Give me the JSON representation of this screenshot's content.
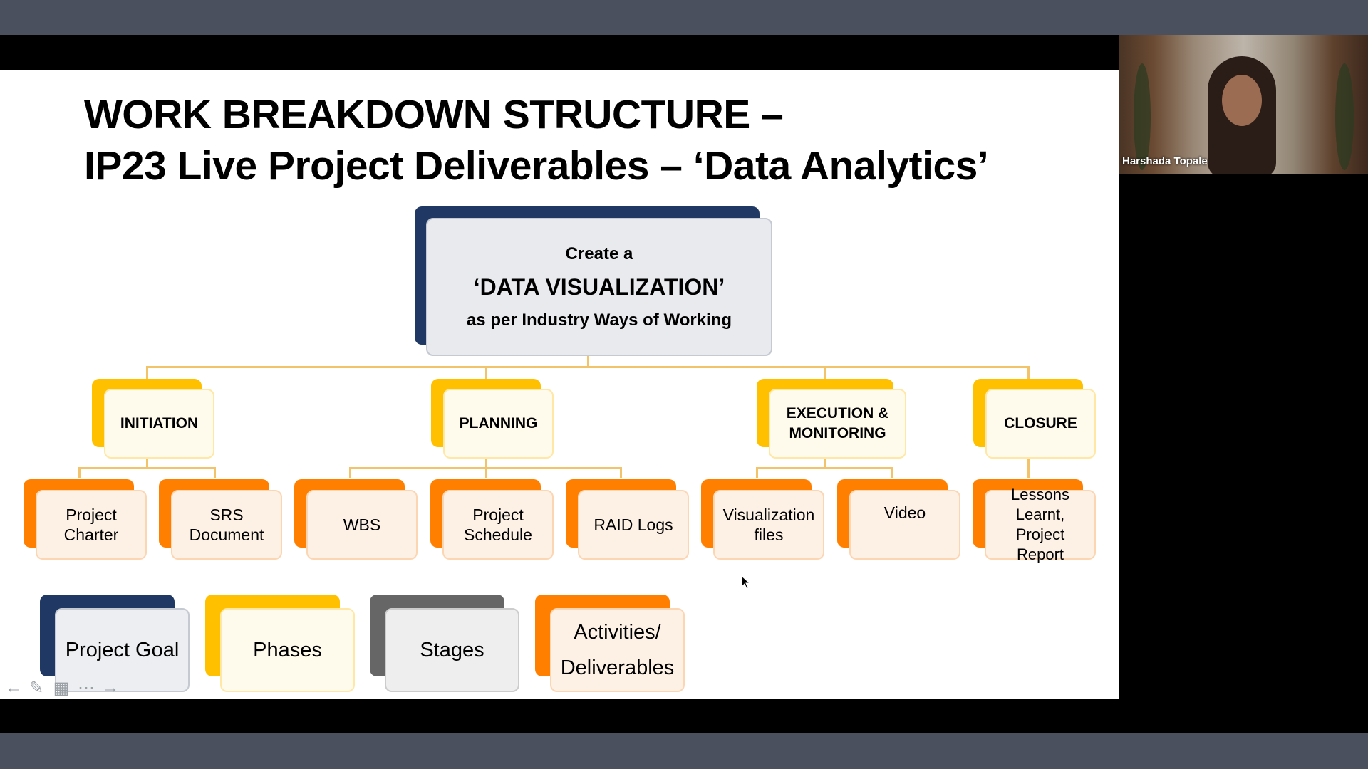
{
  "slide": {
    "title_line1": "WORK BREAKDOWN STRUCTURE –",
    "title_line2": "IP23 Live Project Deliverables – ‘Data Analytics’",
    "goal": {
      "line1": "Create a",
      "line2": "‘DATA VISUALIZATION’",
      "line3": "as per Industry Ways of Working"
    },
    "phases": [
      "INITIATION",
      "PLANNING",
      "EXECUTION & MONITORING",
      "CLOSURE"
    ],
    "deliverables": [
      "Project Charter",
      "SRS Document",
      "WBS",
      "Project Schedule",
      "RAID Logs",
      "Visualization files",
      "Video",
      "Lessons Learnt, Project Report"
    ],
    "legend": [
      "Project Goal",
      "Phases",
      "Stages",
      "Activities/ Deliverables"
    ]
  },
  "webcam": {
    "participant_name": "Harshada Topale"
  },
  "nav": {
    "prev_icon": "←",
    "pen_icon": "✎",
    "slides_icon": "▦",
    "more_icon": "⋯",
    "next_icon": "→"
  },
  "colors": {
    "navy": "#1f3864",
    "yellow": "#ffc000",
    "orange": "#ff7f00",
    "gray": "#595959",
    "connector": "#f3c36b"
  }
}
